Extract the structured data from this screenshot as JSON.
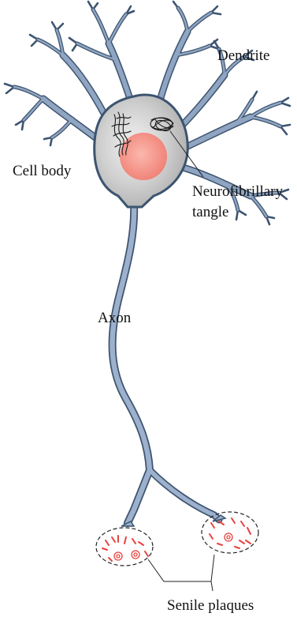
{
  "labels": {
    "dendrite": "Dendrite",
    "cell_body": "Cell body",
    "neurofibrillary_tangle_line1": "Neurofibrillary",
    "neurofibrillary_tangle_line2": "tangle",
    "axon": "Axon",
    "senile_plaques": "Senile plaques"
  },
  "colors": {
    "neuron_fill": "#8fa5c2",
    "neuron_edge": "#3d5470",
    "cell_body_fill": "#bcbcbc",
    "nucleus": "#f4948a",
    "tangle": "#1a1a1a",
    "plaque_fragments": "#e8413e",
    "leader_line": "#222222"
  }
}
